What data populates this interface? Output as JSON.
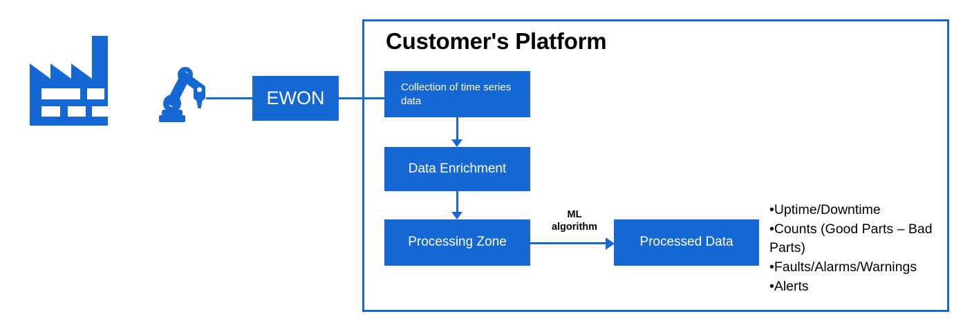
{
  "diagram": {
    "title": "Customer's Platform",
    "source": {
      "factory_icon": "factory-icon",
      "robot_arm_icon": "robot-arm-icon",
      "gateway_label": "EWON"
    },
    "pipeline": [
      {
        "id": "collection",
        "label": "Collection of time series data"
      },
      {
        "id": "enrichment",
        "label": "Data Enrichment"
      },
      {
        "id": "processing",
        "label": "Processing Zone"
      },
      {
        "id": "processed",
        "label": "Processed Data"
      }
    ],
    "edge_labels": {
      "ml_algorithm_line1": "ML",
      "ml_algorithm_line2": "algorithm"
    },
    "outputs": [
      "•Uptime/Downtime",
      "•Counts (Good Parts – Bad Parts)",
      "•Faults/Alarms/Warnings",
      "•Alerts"
    ],
    "colors": {
      "accent_blue": "#1568d4",
      "text_on_blue": "#ffffff",
      "text_dark": "#000000",
      "background": "#ffffff"
    }
  }
}
